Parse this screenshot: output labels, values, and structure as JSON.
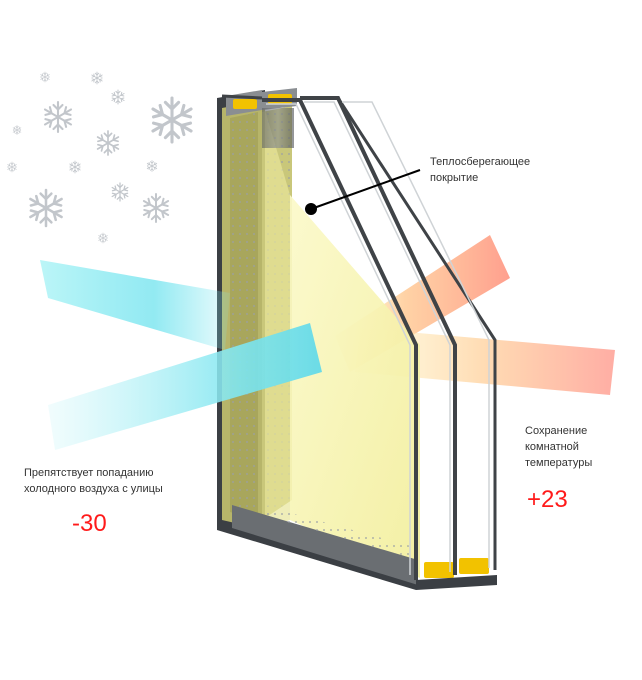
{
  "labels": {
    "coating_line1": "Теплосберегающее",
    "coating_line2": "покрытие",
    "keeping_line1": "Сохранение",
    "keeping_line2": "комнатной",
    "keeping_line3": "температуры",
    "prevent_line1": "Препятствует попаданию",
    "prevent_line2": "холодного воздуха с улицы"
  },
  "temperatures": {
    "outside": "-30",
    "inside": "+23"
  },
  "colors": {
    "text": "#333333",
    "temperature": "#ff1a1a",
    "cold_beam": "#7fe6f0",
    "warm_beam": "#ff8f7a",
    "coating": "#f6f3a8",
    "frame": "#3b3f44",
    "desiccant": "#f2c200"
  },
  "icons": [
    "snowflake-icon"
  ]
}
